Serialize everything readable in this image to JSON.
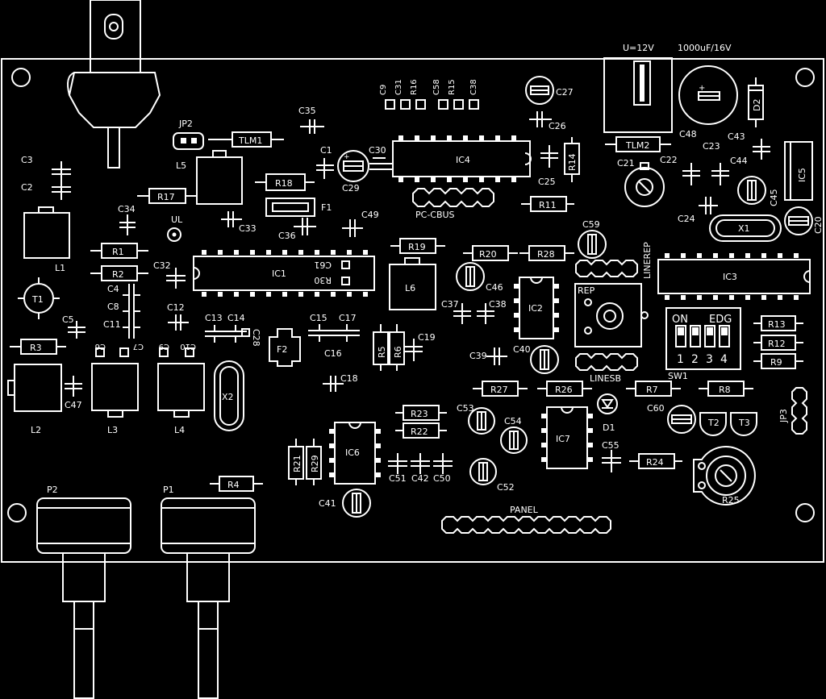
{
  "supply_note": "U=12V",
  "cap_note": "1000uF/16V",
  "labels": {
    "JP2": "JP2",
    "TLM1": "TLM1",
    "L5": "L5",
    "C35": "C35",
    "R18": "R18",
    "F1": "F1",
    "C1": "C1",
    "C29": "C29",
    "C30": "C30",
    "IC4": "IC4",
    "PCCBUS": "PC-CBUS",
    "C25": "C25",
    "R14": "R14",
    "C26": "C26",
    "C27": "C27",
    "R11": "R11",
    "C49": "C49",
    "C33": "C33",
    "C36": "C36",
    "UL": "UL",
    "C34": "C34",
    "R17": "R17",
    "C3": "C3",
    "C2": "C2",
    "L1": "L1",
    "R1": "R1",
    "R2": "R2",
    "C4": "C4",
    "C8": "C8",
    "C11": "C11",
    "C32": "C32",
    "IC1": "IC1",
    "C61": "C61",
    "R30": "R30",
    "T1": "T1",
    "C5": "C5",
    "C12": "C12",
    "C13": "C13",
    "C14": "C14",
    "C28": "C28",
    "C15": "C15",
    "C17": "C17",
    "C16": "C16",
    "F2": "F2",
    "R3": "R3",
    "C6": "C6",
    "C7": "C7",
    "C9": "C9",
    "C10": "C10",
    "L2": "L2",
    "L3": "L3",
    "L4": "L4",
    "C47": "C47",
    "X2": "X2",
    "C18": "C18",
    "R19": "R19",
    "L6": "L6",
    "R5": "R5",
    "R6": "R6",
    "C19": "C19",
    "R20": "R20",
    "C46": "C46",
    "R28": "R28",
    "C37": "C37",
    "C38": "C38",
    "IC2": "IC2",
    "C59": "C59",
    "LINEREP": "LINEREP",
    "REP": "REP",
    "LINESB": "LINESB",
    "C39": "C39",
    "C40": "C40",
    "R27": "R27",
    "R26": "R26",
    "R7": "R7",
    "R8": "R8",
    "D1": "D1",
    "C60": "C60",
    "T2": "T2",
    "T3": "T3",
    "JP3": "JP3",
    "R23": "R23",
    "R22": "R22",
    "C53": "C53",
    "C54": "C54",
    "IC7": "IC7",
    "C55": "C55",
    "R24": "R24",
    "C52": "C52",
    "R25": "R25",
    "IC6": "IC6",
    "R21": "R21",
    "R29": "R29",
    "C51": "C51",
    "C42": "C42",
    "C50": "C50",
    "C41": "C41",
    "P2": "P2",
    "P1": "P1",
    "R4": "R4",
    "PANEL": "PANEL",
    "TLM2": "TLM2",
    "C48": "C48",
    "C43": "C43",
    "D2": "D2",
    "C23": "C23",
    "C21": "C21",
    "C22": "C22",
    "C44": "C44",
    "C45": "C45",
    "IC5": "IC5",
    "C24": "C24",
    "X1": "X1",
    "C20": "C20",
    "IC3": "IC3",
    "ON": "ON",
    "EDG": "EDG",
    "SW1": "SW1",
    "R13": "R13",
    "R12": "R12",
    "R9": "R9",
    "n1": "1",
    "n2": "2",
    "n3": "3",
    "n4": "4",
    "C9x": "C9",
    "C31": "C31",
    "R16": "R16",
    "C58": "C58",
    "R15": "R15",
    "C38t": "C38"
  }
}
